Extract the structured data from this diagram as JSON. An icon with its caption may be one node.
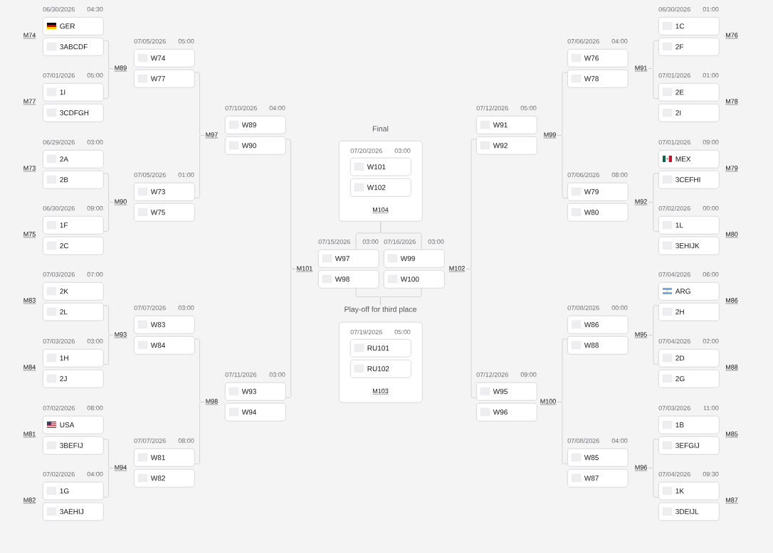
{
  "diagram": {
    "nodes": [
      {
        "text": [
          "GER"
        ],
        "beside": [
          "06/30/2026",
          "04:30"
        ]
      },
      {
        "text": [
          "3ABCDF"
        ]
      },
      {
        "text": [
          "1I"
        ],
        "beside": [
          "07/01/2026",
          "05:00"
        ]
      },
      {
        "text": [
          "3CDFGH"
        ]
      },
      {
        "text": [
          "2A"
        ],
        "beside": [
          "06/29/2026",
          "03:00"
        ]
      },
      {
        "text": [
          "2B"
        ]
      },
      {
        "text": [
          "1F"
        ],
        "beside": [
          "06/30/2026",
          "09:00"
        ]
      },
      {
        "text": [
          "2C"
        ]
      },
      {
        "text": [
          "2K"
        ],
        "beside": [
          "07/03/2026",
          "07:00"
        ]
      },
      {
        "text": [
          "2L"
        ]
      },
      {
        "text": [
          "1H"
        ],
        "beside": [
          "07/03/2026",
          "03:00"
        ]
      },
      {
        "text": [
          "2J"
        ]
      },
      {
        "text": [
          "USA"
        ],
        "beside": [
          "07/02/2026",
          "08:00"
        ]
      },
      {
        "text": [
          "3BEFIJ"
        ]
      },
      {
        "text": [
          "1G"
        ],
        "beside": [
          "07/02/2026",
          "04:00"
        ]
      },
      {
        "text": [
          "3AEHIJ"
        ]
      },
      {
        "text": [
          "M89"
        ]
      },
      {
        "text": [
          "M90"
        ]
      },
      {
        "text": [
          "M93"
        ]
      },
      {
        "text": [
          "M94"
        ]
      },
      {
        "text": [
          "W74"
        ],
        "beside": [
          "07/05/2026",
          "05:00"
        ]
      },
      {
        "text": [
          "W77"
        ]
      },
      {
        "text": [
          "W73"
        ],
        "beside": [
          "07/05/2026",
          "01:00"
        ]
      },
      {
        "text": [
          "W75"
        ]
      },
      {
        "text": [
          "W83"
        ],
        "beside": [
          "07/07/2026",
          "03:00"
        ]
      },
      {
        "text": [
          "W84"
        ]
      },
      {
        "text": [
          "W81"
        ],
        "beside": [
          "07/07/2026",
          "08:00"
        ]
      },
      {
        "text": [
          "W82"
        ]
      },
      {
        "text": [
          "M97"
        ]
      },
      {
        "text": [
          "M98"
        ]
      },
      {
        "text": [
          "W89"
        ],
        "beside": [
          "07/10/2026",
          "04:00"
        ]
      },
      {
        "text": [
          "W90"
        ]
      },
      {
        "text": [
          "W93"
        ],
        "beside": [
          "07/11/2026",
          "03:00"
        ]
      },
      {
        "text": [
          "W94"
        ]
      },
      {
        "text": [
          "M101"
        ]
      },
      {
        "text": [
          "Final",
          "07/20/2026",
          "03:00",
          "M104"
        ]
      },
      {
        "text": [
          "W101"
        ],
        "in": 35
      },
      {
        "text": [
          "W102"
        ],
        "in": 35
      },
      {
        "text": [
          "W97"
        ],
        "beside": [
          "07/15/2026",
          "03:00"
        ]
      },
      {
        "text": [
          "W99"
        ],
        "beside": [
          "07/16/2026",
          "03:00"
        ]
      },
      {
        "text": [
          "W98"
        ]
      },
      {
        "text": [
          "W100"
        ]
      },
      {
        "text": [
          "Play-off for third place",
          "07/19/2026",
          "05:00",
          "M103"
        ]
      },
      {
        "text": [
          "RU101"
        ],
        "in": 42
      },
      {
        "text": [
          "RU102"
        ],
        "in": 42
      },
      {
        "text": [
          "M102"
        ]
      },
      {
        "text": [
          "W91"
        ],
        "beside": [
          "07/12/2026",
          "05:00"
        ]
      },
      {
        "text": [
          "W92"
        ]
      },
      {
        "text": [
          "W95"
        ],
        "beside": [
          "07/12/2026",
          "09:00"
        ]
      },
      {
        "text": [
          "W96"
        ]
      },
      {
        "text": [
          "M99"
        ]
      },
      {
        "text": [
          "M100"
        ]
      },
      {
        "text": [
          "W76"
        ],
        "beside": [
          "07/06/2026",
          "04:00"
        ]
      },
      {
        "text": [
          "W78"
        ]
      },
      {
        "text": [
          "W79"
        ],
        "beside": [
          "07/06/2026",
          "08:00"
        ]
      },
      {
        "text": [
          "W80"
        ]
      },
      {
        "text": [
          "W86"
        ],
        "beside": [
          "07/08/2026",
          "00:00"
        ]
      },
      {
        "text": [
          "W88"
        ]
      },
      {
        "text": [
          "W85"
        ],
        "beside": [
          "07/08/2026",
          "04:00"
        ]
      },
      {
        "text": [
          "W87"
        ]
      },
      {
        "text": [
          "M91"
        ]
      },
      {
        "text": [
          "M92"
        ]
      },
      {
        "text": [
          "M95"
        ]
      },
      {
        "text": [
          "M96"
        ]
      },
      {
        "text": [
          "1C"
        ],
        "beside": [
          "06/30/2026",
          "01:00"
        ]
      },
      {
        "text": [
          "2F"
        ]
      },
      {
        "text": [
          "2E"
        ],
        "beside": [
          "07/01/2026",
          "01:00"
        ]
      },
      {
        "text": [
          "2I"
        ]
      },
      {
        "text": [
          "MEX"
        ],
        "beside": [
          "07/01/2026",
          "09:00"
        ]
      },
      {
        "text": [
          "3CEFHI"
        ]
      },
      {
        "text": [
          "1L"
        ],
        "beside": [
          "07/02/2026",
          "00:00"
        ]
      },
      {
        "text": [
          "3EHIJK"
        ]
      },
      {
        "text": [
          "ARG"
        ],
        "beside": [
          "07/04/2026",
          "06:00"
        ]
      },
      {
        "text": [
          "2H"
        ]
      },
      {
        "text": [
          "2D"
        ],
        "beside": [
          "07/04/2026",
          "02:00"
        ]
      },
      {
        "text": [
          "2G"
        ]
      },
      {
        "text": [
          "1B"
        ],
        "beside": [
          "07/03/2026",
          "11:00"
        ]
      },
      {
        "text": [
          "3EFGIJ"
        ]
      },
      {
        "text": [
          "1K"
        ],
        "beside": [
          "07/04/2026",
          "09:30"
        ]
      },
      {
        "text": [
          "3DEIJL"
        ]
      }
    ],
    "edges": [
      {
        "from": 1,
        "to": 16,
        "arrow": "none"
      },
      {
        "from": 2,
        "to": 16,
        "arrow": "none"
      },
      {
        "from": 5,
        "to": 17,
        "arrow": "none"
      },
      {
        "from": 6,
        "to": 17,
        "arrow": "none"
      },
      {
        "from": 9,
        "to": 18,
        "arrow": "none"
      },
      {
        "from": 10,
        "to": 18,
        "arrow": "none"
      },
      {
        "from": 13,
        "to": 19,
        "arrow": "none"
      },
      {
        "from": 14,
        "to": 19,
        "arrow": "none"
      },
      {
        "from": 21,
        "to": 28,
        "arrow": "none"
      },
      {
        "from": 22,
        "to": 28,
        "arrow": "none"
      },
      {
        "from": 25,
        "to": 29,
        "arrow": "none"
      },
      {
        "from": 26,
        "to": 29,
        "arrow": "none"
      },
      {
        "from": 31,
        "to": 34,
        "arrow": "none"
      },
      {
        "from": 32,
        "to": 34,
        "arrow": "none"
      },
      {
        "from": 38,
        "to": 35,
        "arrow": "none"
      },
      {
        "from": 39,
        "to": 35,
        "arrow": "none"
      },
      {
        "from": 40,
        "to": 42,
        "arrow": "none"
      },
      {
        "from": 41,
        "to": 42,
        "arrow": "none"
      },
      {
        "from": 47,
        "to": 45,
        "arrow": "none"
      },
      {
        "from": 48,
        "to": 45,
        "arrow": "none"
      },
      {
        "from": 53,
        "to": 50,
        "arrow": "none"
      },
      {
        "from": 54,
        "to": 50,
        "arrow": "none"
      },
      {
        "from": 57,
        "to": 51,
        "arrow": "none"
      },
      {
        "from": 58,
        "to": 51,
        "arrow": "none"
      },
      {
        "from": 65,
        "to": 60,
        "arrow": "none"
      },
      {
        "from": 66,
        "to": 60,
        "arrow": "none"
      },
      {
        "from": 69,
        "to": 61,
        "arrow": "none"
      },
      {
        "from": 70,
        "to": 61,
        "arrow": "none"
      },
      {
        "from": 73,
        "to": 62,
        "arrow": "none"
      },
      {
        "from": 74,
        "to": 62,
        "arrow": "none"
      },
      {
        "from": 77,
        "to": 63,
        "arrow": "none"
      },
      {
        "from": 78,
        "to": 63,
        "arrow": "none"
      }
    ],
    "labels": [
      "M74",
      "M77",
      "M73",
      "M75",
      "M83",
      "M84",
      "M81",
      "M82",
      "M76",
      "M78",
      "M79",
      "M80",
      "M86",
      "M88",
      "M85",
      "M87"
    ]
  }
}
